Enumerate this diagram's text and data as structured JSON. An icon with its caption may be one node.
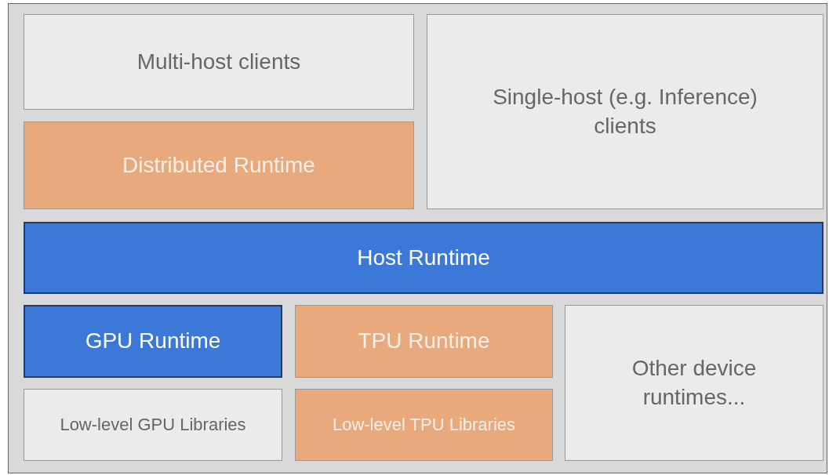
{
  "diagram": {
    "nodes": [
      {
        "text": [
          "Multi-host clients"
        ]
      },
      {
        "text": [
          "Single-host (e.g. Inference) clients"
        ]
      },
      {
        "text": [
          "Distributed Runtime"
        ]
      },
      {
        "text": [
          "Host Runtime"
        ]
      },
      {
        "text": [
          "GPU Runtime"
        ]
      },
      {
        "text": [
          "TPU Runtime"
        ]
      },
      {
        "text": [
          "Other device runtimes..."
        ]
      },
      {
        "text": [
          "Low-level GPU Libraries"
        ]
      },
      {
        "text": [
          "Low-level TPU Libraries"
        ]
      }
    ]
  }
}
